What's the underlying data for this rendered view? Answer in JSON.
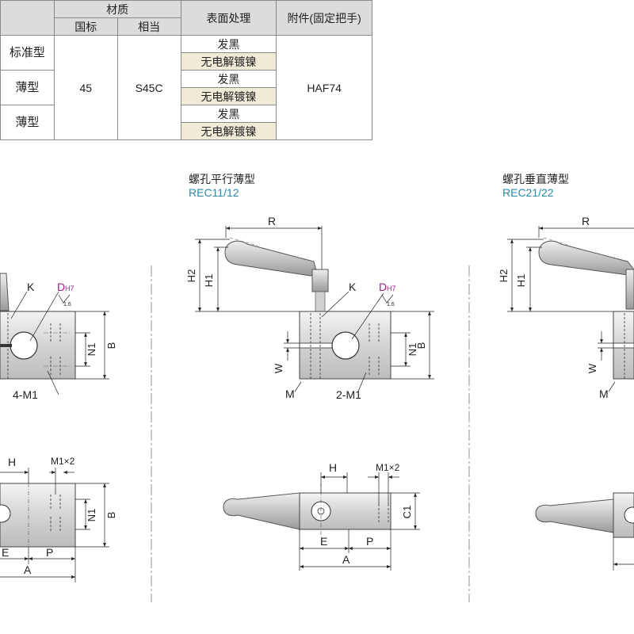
{
  "table": {
    "header": {
      "material": "材质",
      "national_standard": "国标",
      "equivalent": "相当",
      "surface_treatment": "表面处理",
      "accessory": "附件(固定把手)"
    },
    "rows": [
      {
        "type": "标准型",
        "treatment_1": "发黑",
        "treatment_2": "无电解镀镍"
      },
      {
        "type": "薄型",
        "treatment_1": "发黑",
        "treatment_2": "无电解镀镍"
      },
      {
        "type": "薄型",
        "treatment_1": "发黑",
        "treatment_2": "无电解镀镍"
      }
    ],
    "material_national": "45",
    "material_equivalent": "S45C",
    "accessory_value": "HAF74",
    "colors": {
      "header_bg": "#dcdcdc",
      "alt_row_bg": "#f0ebd6"
    }
  },
  "views": {
    "parallel_thin": {
      "title": "螺孔平行薄型",
      "model": "REC11/12"
    },
    "vertical_thin": {
      "title": "螺孔垂直薄型",
      "model": "REC21/22"
    }
  },
  "dim_labels": {
    "K": "K",
    "D": "D",
    "H7": "H7",
    "roughness": "1.6",
    "N1": "N1",
    "B": "B",
    "four_M1": "4-M1",
    "two_M1": "2-M1",
    "H": "H",
    "M1x2": "M1×2",
    "E": "E",
    "P": "P",
    "A": "A",
    "R": "R",
    "H1": "H1",
    "H2": "H2",
    "W": "W",
    "M": "M",
    "C1": "C1"
  },
  "colors": {
    "accent_title": "#2a8aa8",
    "tolerance": "#a0208a"
  }
}
